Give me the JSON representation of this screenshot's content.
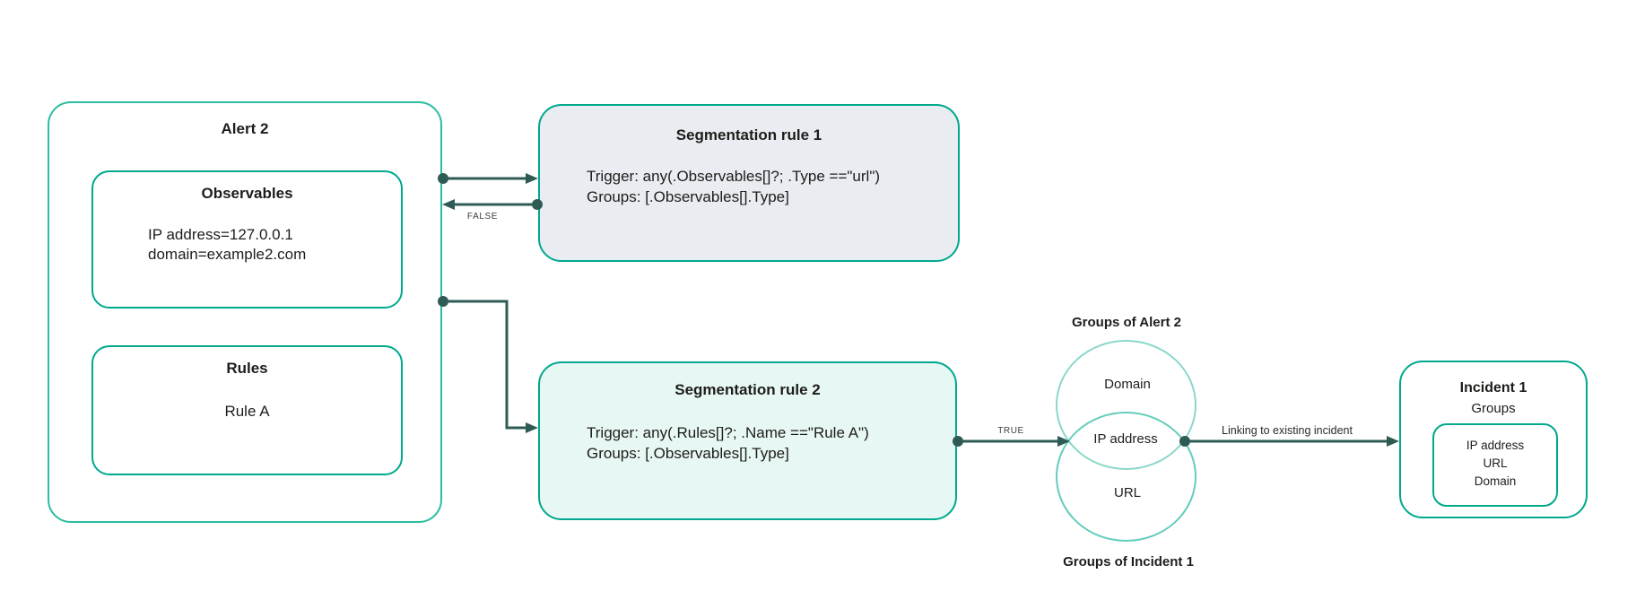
{
  "alert2": {
    "title": "Alert 2",
    "observables": {
      "title": "Observables",
      "lines": [
        "IP address=127.0.0.1",
        "domain=example2.com"
      ]
    },
    "rules": {
      "title": "Rules",
      "lines": [
        "Rule A"
      ]
    }
  },
  "segmentation_rule_1": {
    "title": "Segmentation rule 1",
    "trigger": "Trigger: any(.Observables[]?; .Type ==\"url\")",
    "groups": "Groups: [.Observables[].Type]"
  },
  "segmentation_rule_2": {
    "title": "Segmentation rule 2",
    "trigger": "Trigger: any(.Rules[]?; .Name ==\"Rule A\")",
    "groups": "Groups: [.Observables[].Type]"
  },
  "venn": {
    "top_label": "Groups of Alert 2",
    "bottom_label": "Groups of Incident 1",
    "top_circle_item": "Domain",
    "intersection_item": "IP address",
    "bottom_circle_item": "URL"
  },
  "incident_1": {
    "title": "Incident 1",
    "subtitle": "Groups",
    "group_items": [
      "IP address",
      "URL",
      "Domain"
    ]
  },
  "edge_labels": {
    "false_branch": "FALSE",
    "true_branch": "TRUE",
    "linking": "Linking to existing incident"
  },
  "colors": {
    "teal": "#00a88e",
    "teal_light": "#2abda0",
    "venn_top": "#8ad7cb",
    "venn_bottom": "#63cdbc",
    "arrow": "#2e5c55",
    "seg1_fill": "#e9edf1",
    "seg2_fill": "#e7f7f3",
    "text": "#1d1d1b"
  }
}
